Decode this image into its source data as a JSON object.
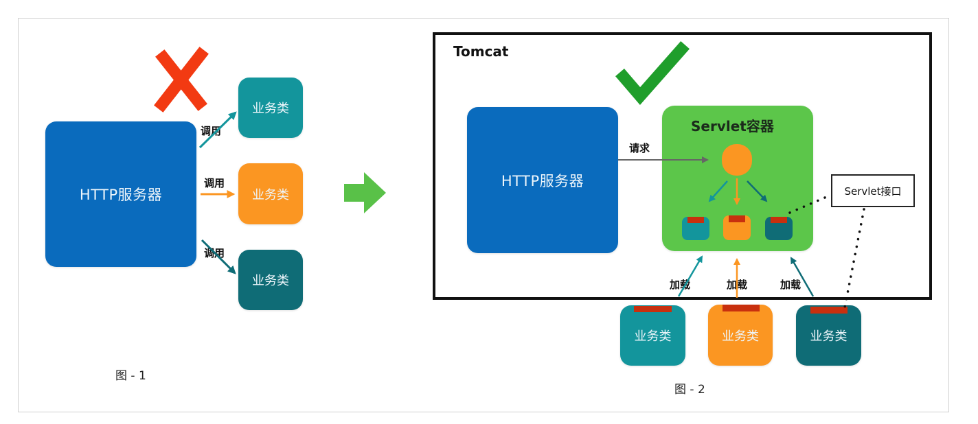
{
  "figure1": {
    "caption": "图 - 1",
    "http_server_label": "HTTP服务器",
    "status": "wrong",
    "call_label": "调用",
    "business_classes": [
      {
        "label": "业务类",
        "color": "#13959c"
      },
      {
        "label": "业务类",
        "color": "#fb9622"
      },
      {
        "label": "业务类",
        "color": "#0f6c76"
      }
    ]
  },
  "transition": {
    "icon": "green-right-arrow"
  },
  "figure2": {
    "caption": "图 - 2",
    "container_title": "Tomcat",
    "status": "correct",
    "http_server_label": "HTTP服务器",
    "request_label": "请求",
    "servlet_container_label": "Servlet容器",
    "servlet_interface_label": "Servlet接口",
    "load_label": "加载",
    "business_classes": [
      {
        "label": "业务类",
        "color": "#13959c"
      },
      {
        "label": "业务类",
        "color": "#fb9622"
      },
      {
        "label": "业务类",
        "color": "#0f6c76"
      }
    ]
  },
  "colors": {
    "http_blue": "#0a6bbd",
    "servlet_green": "#5cc64a",
    "cross_red": "#f23a12",
    "check_green": "#1f9e2b",
    "arrow_green": "#59c148",
    "tab_red": "#c8300e"
  }
}
